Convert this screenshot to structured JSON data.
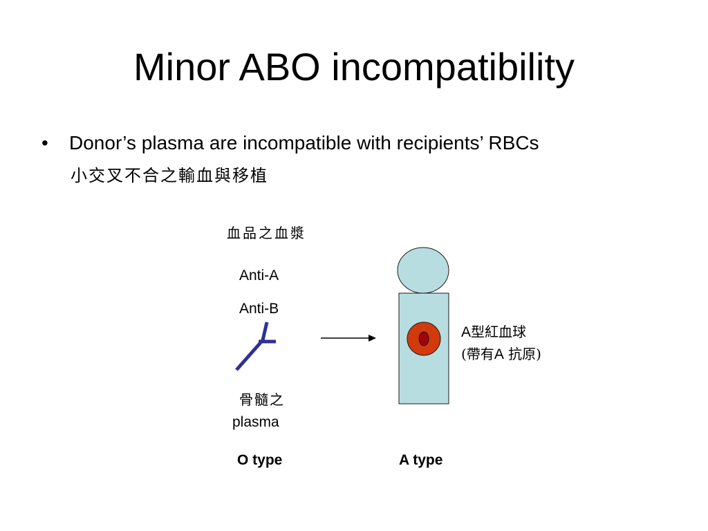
{
  "title": "Minor ABO incompatibility",
  "bullet": {
    "marker": "•",
    "text": "Donor’s plasma are incompatible with recipients’ RBCs",
    "sub": "小交叉不合之輸血與移植"
  },
  "donor": {
    "plasma_product_label": "血品之血漿",
    "antibody_1": "Anti-A",
    "antibody_2": "Anti-B",
    "marrow_label": "骨髓之",
    "plasma_label": "plasma",
    "type_label": "O type"
  },
  "recipient": {
    "rbc_label_prefix": "A",
    "rbc_label_suffix": "型紅血球",
    "antigen_open": "(帶有",
    "antigen_letter": "A",
    "antigen_close": " 抗原)",
    "type_label": "A type"
  },
  "colors": {
    "antibody": "#2e3192",
    "cell_fill": "#b7dde0",
    "rbc_fill": "#d23a0e",
    "rbc_core": "#a3000f",
    "outline": "#1a1a1a"
  }
}
